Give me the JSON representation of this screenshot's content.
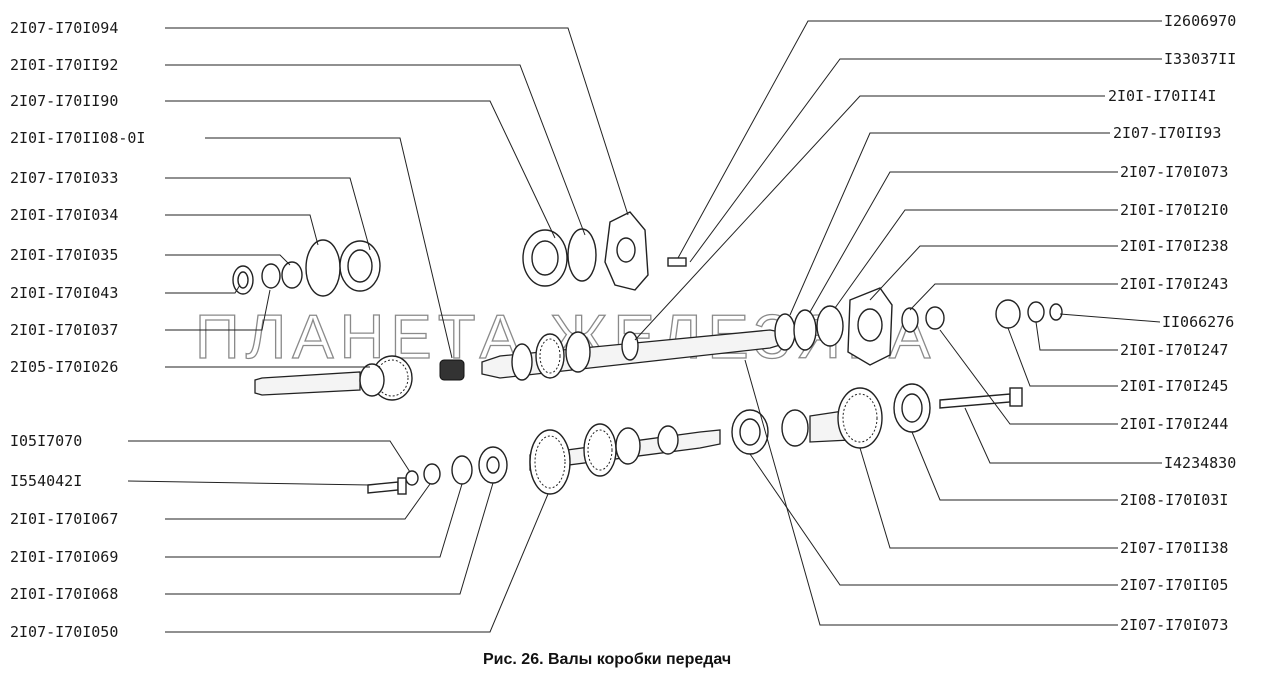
{
  "caption": "Рис. 26. Валы коробки передач",
  "watermark": "ПЛАНЕТА ЖЕЛЕЗЯКА",
  "labels_left": [
    "2I07-I70I094",
    "2I0I-I70II92",
    "2I07-I70II90",
    "2I0I-I70II08-0I",
    "2I07-I70I033",
    "2I0I-I70I034",
    "2I0I-I70I035",
    "2I0I-I70I043",
    "2I0I-I70I037",
    "2I05-I70I026",
    "I05I7070",
    "I554042I",
    "2I0I-I70I067",
    "2I0I-I70I069",
    "2I0I-I70I068",
    "2I07-I70I050"
  ],
  "labels_right": [
    "I2606970",
    "I33037II",
    "2I0I-I70II4I",
    "2I07-I70II93",
    "2I07-I70I073",
    "2I0I-I70I2I0",
    "2I0I-I70I238",
    "2I0I-I70I243",
    "II066276",
    "2I0I-I70I247",
    "2I0I-I70I245",
    "2I0I-I70I244",
    "I4234830",
    "2I08-I70I03I",
    "2I07-I70II38",
    "2I07-I70II05",
    "2I07-I70I073"
  ]
}
